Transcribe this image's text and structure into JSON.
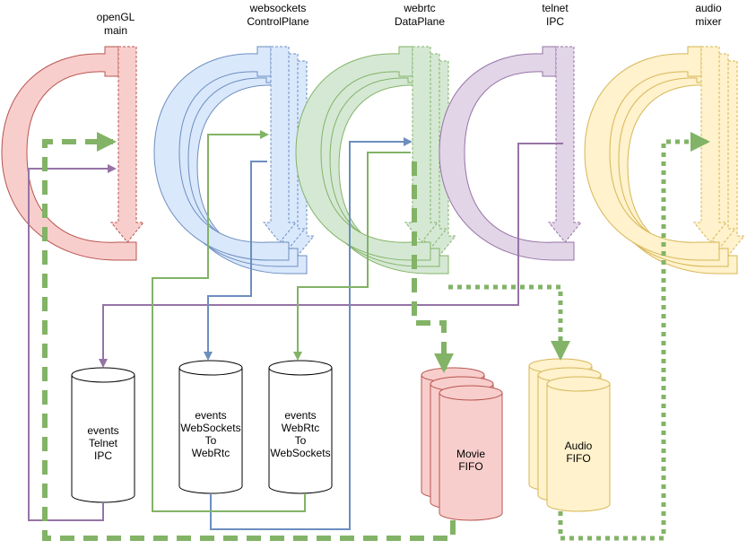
{
  "colors": {
    "red_fill": "#f8cecc",
    "red_stroke": "#b85450",
    "blue_fill": "#dae8fc",
    "blue_stroke": "#6c8ebf",
    "green_fill": "#d5e8d4",
    "green_stroke": "#82b366",
    "purple_fill": "#e1d5e7",
    "purple_stroke": "#9673a6",
    "yellow_fill": "#fff2cc",
    "yellow_stroke": "#d6b656",
    "green_line": "#82b366",
    "blue_line": "#6c8ebf",
    "purple_line": "#9673a6"
  },
  "threads": [
    {
      "id": "opengl",
      "line1": "openGL",
      "line2": "main",
      "color": "red",
      "copies": 1
    },
    {
      "id": "websockets",
      "line1": "websockets",
      "line2": "ControlPlane",
      "color": "blue",
      "copies": 3
    },
    {
      "id": "webrtc",
      "line1": "webrtc",
      "line2": "DataPlane",
      "color": "green",
      "copies": 3
    },
    {
      "id": "telnet",
      "line1": "telnet",
      "line2": "IPC",
      "color": "purple",
      "copies": 1
    },
    {
      "id": "audio",
      "line1": "audio",
      "line2": "mixer",
      "color": "yellow",
      "copies": 3
    }
  ],
  "queues": [
    {
      "id": "telnet-ipc",
      "lines": [
        "events",
        "Telnet",
        "IPC"
      ],
      "color": "white"
    },
    {
      "id": "ws-to-webrtc",
      "lines": [
        "events",
        "WebSockets",
        "To",
        "WebRtc"
      ],
      "color": "white"
    },
    {
      "id": "webrtc-to-ws",
      "lines": [
        "events",
        "WebRtc",
        "To",
        "WebSockets"
      ],
      "color": "white"
    }
  ],
  "fifos": [
    {
      "id": "movie",
      "lines": [
        "Movie",
        "FIFO"
      ],
      "color": "red"
    },
    {
      "id": "audio",
      "lines": [
        "Audio",
        "FIFO"
      ],
      "color": "yellow"
    }
  ]
}
